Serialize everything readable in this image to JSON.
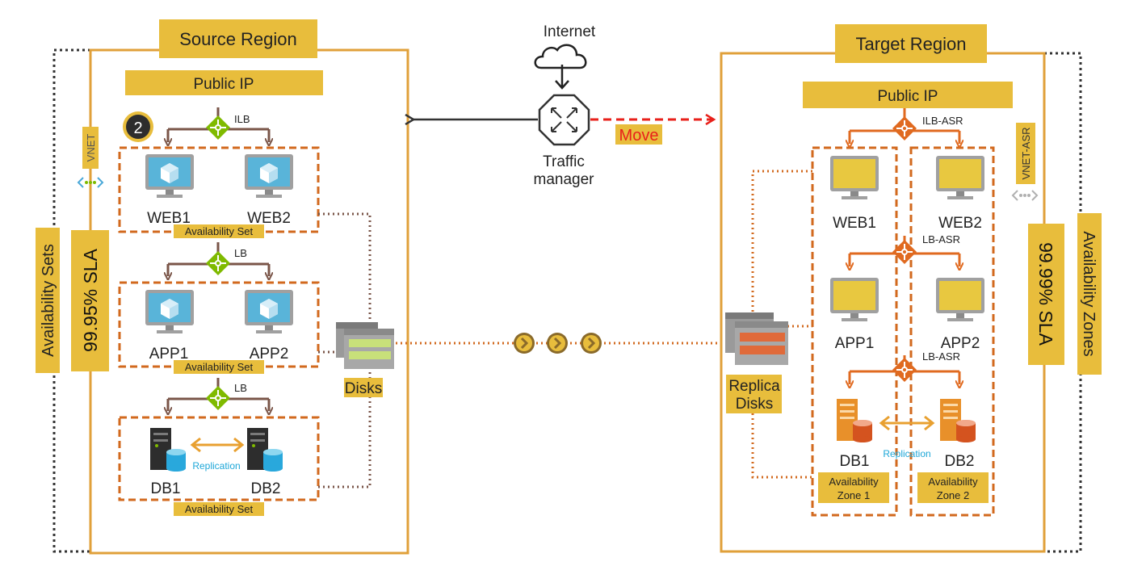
{
  "source": {
    "region_label": "Source Region",
    "public_ip": "Public IP",
    "step_badge": "2",
    "vnet_label": "VNET",
    "sla_label": "99.95% SLA",
    "availability_sets_label": "Availability Sets",
    "ilb_label": "ILB",
    "lb1_label": "LB",
    "lb2_label": "LB",
    "web1": "WEB1",
    "web2": "WEB2",
    "app1": "APP1",
    "app2": "APP2",
    "db1": "DB1",
    "db2": "DB2",
    "availability_set_label": "Availability Set",
    "replication_label": "Replication",
    "disks_label": "Disks"
  },
  "center": {
    "internet_label": "Internet",
    "traffic_manager_label": "Traffic\nmanager",
    "move_label": "Move"
  },
  "target": {
    "region_label": "Target Region",
    "public_ip": "Public IP",
    "vnet_label": "VNET-ASR",
    "sla_label": "99.99% SLA",
    "availability_zones_label": "Availability Zones",
    "ilb_label": "ILB-ASR",
    "lb1_label": "LB-ASR",
    "lb2_label": "LB-ASR",
    "web1": "WEB1",
    "web2": "WEB2",
    "app1": "APP1",
    "app2": "APP2",
    "db1": "DB1",
    "db2": "DB2",
    "replication_label": "Replication",
    "replica_disks_label": "Replica\nDisks",
    "zone1_label": "Availability\nZone 1",
    "zone2_label": "Availability\nZone 2"
  },
  "colors": {
    "label_fill": "#e8bd3c",
    "region_border": "#e0a03a",
    "dash_orange": "#d2691e",
    "arrow_brown": "#7a5548",
    "arrow_orange": "#e06a20",
    "move_red": "#e8211b",
    "monitor_blue": "#59b4d9",
    "monitor_yellow": "#e8c840",
    "lb_green": "#7fba00",
    "replication_blue": "#1ea7d8"
  }
}
